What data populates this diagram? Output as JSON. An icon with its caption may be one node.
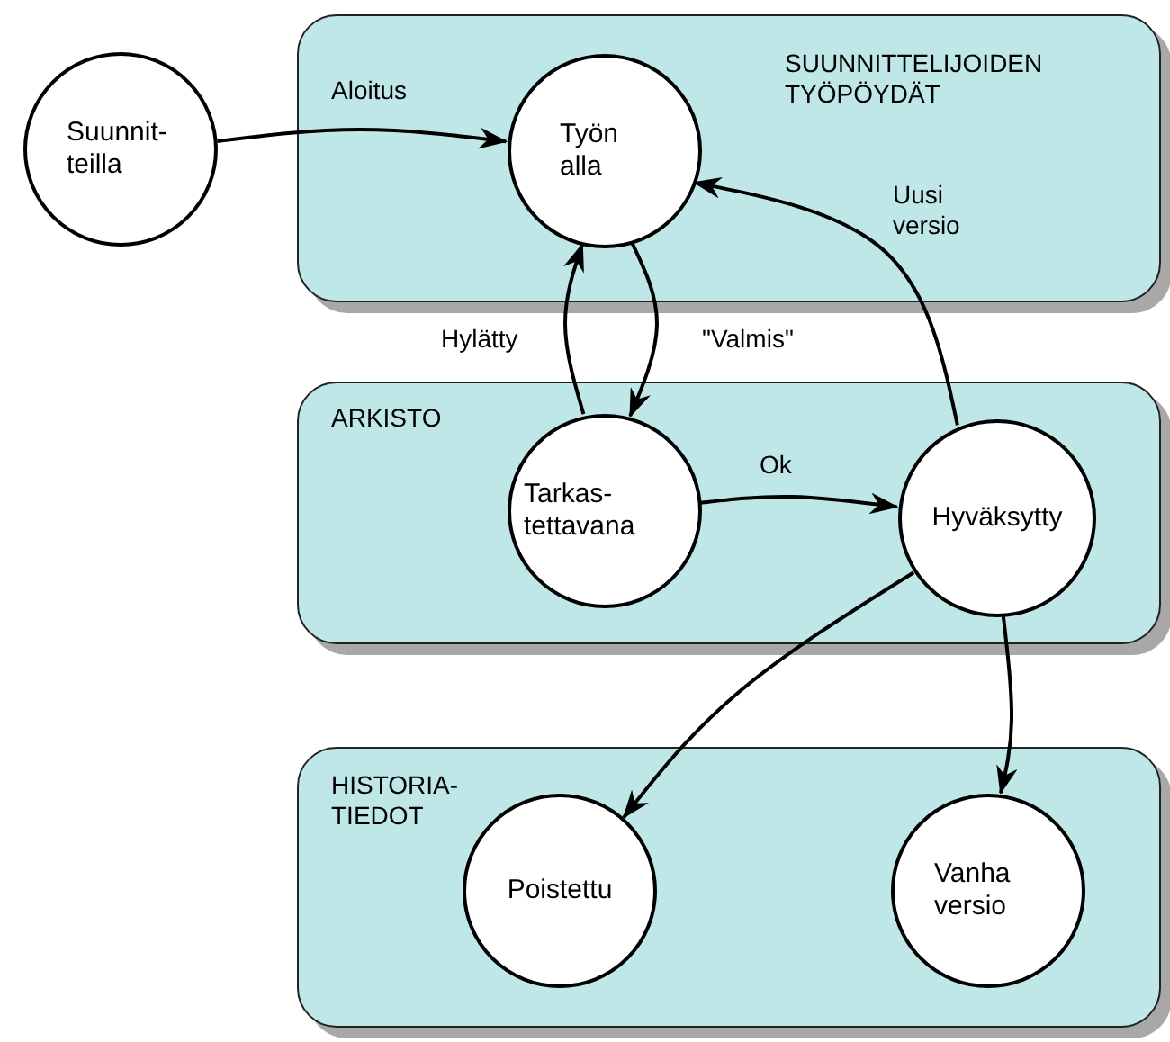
{
  "diagram": {
    "nodes": [
      {
        "text": [
          "SUUNNITTELIJOIDEN TYÖPÖYDÄT"
        ]
      },
      {
        "text": [
          "Suunnit- teilla"
        ]
      },
      {
        "text": [
          "Työn alla"
        ],
        "in": 0
      },
      {
        "text": [
          "ARKISTO"
        ]
      },
      {
        "text": [
          "Tarkas- tettavana"
        ],
        "in": 3
      },
      {
        "text": [
          "Hyväksytty"
        ],
        "in": 3
      },
      {
        "text": [
          "HISTORIA- TIEDOT"
        ]
      },
      {
        "text": [
          "Poistettu"
        ],
        "in": 6
      },
      {
        "text": [
          "Vanha versio"
        ],
        "in": 6
      }
    ],
    "edges": [
      {
        "from": 1,
        "to": 2,
        "arrow": "to",
        "label": "Aloitus"
      },
      {
        "from": 4,
        "to": 2,
        "arrow": "to",
        "label": "Hylätty"
      },
      {
        "from": 2,
        "to": 4,
        "arrow": "to",
        "label": "\"Valmis\""
      },
      {
        "from": 5,
        "to": 2,
        "arrow": "to",
        "label": "Uusi versio"
      },
      {
        "from": 4,
        "to": 5,
        "arrow": "to",
        "label": "Ok"
      },
      {
        "from": 5,
        "to": 7,
        "arrow": "to"
      },
      {
        "from": 5,
        "to": 8,
        "arrow": "to"
      }
    ]
  }
}
